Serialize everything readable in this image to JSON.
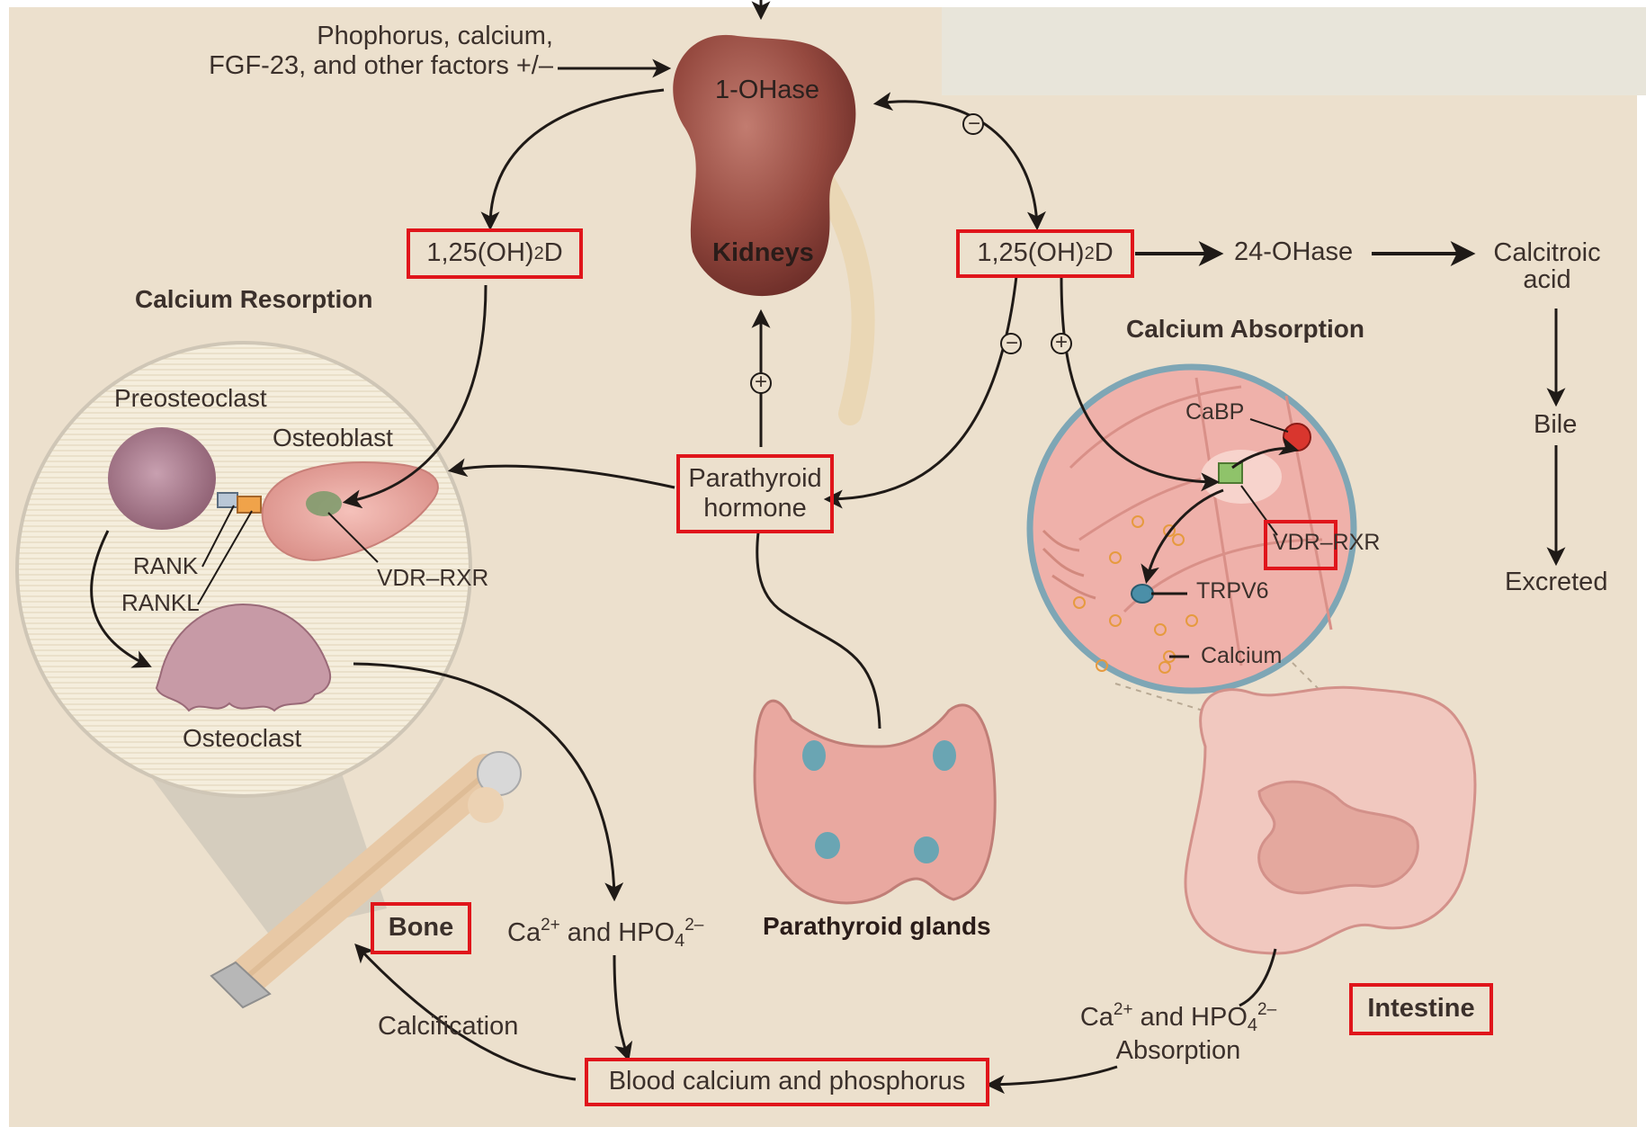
{
  "factors_label": "Phophorus, calcium,\nFGF-23, and other factors +/–",
  "kidney": {
    "enzyme": "1-OHase",
    "name": "Kidneys"
  },
  "calcitriol": {
    "prefix": "1,25(OH)",
    "sub": "2",
    "suffix": "D"
  },
  "degradation": {
    "enzyme": "24-OHase",
    "product": "Calcitroic\nacid",
    "bile": "Bile",
    "excreted": "Excreted"
  },
  "signs": {
    "minus": "−",
    "plus": "+"
  },
  "resorption": {
    "title": "Calcium Resorption",
    "preosteoclast": "Preosteoclast",
    "osteoblast": "Osteoblast",
    "rank": "RANK",
    "rankl": "RANKL",
    "vdr_rxr": "VDR–RXR",
    "osteoclast": "Osteoclast"
  },
  "absorption": {
    "title": "Calcium Absorption",
    "cabp": "CaBP",
    "vdr_rxr": "VDR–RXR",
    "trpv6": "TRPV6",
    "calcium": "Calcium"
  },
  "pth": "Parathyroid\nhormone",
  "parathyroid_glands": "Parathyroid glands",
  "bone": "Bone",
  "intestine": "Intestine",
  "ion_flux": {
    "ca": "Ca",
    "ca_charge": "2+",
    "and": " and HPO",
    "hpo_sub": "4",
    "hpo_charge": "2–",
    "absorption": "Absorption"
  },
  "calcification": "Calcification",
  "blood": "Blood calcium and phosphorus",
  "colors": {
    "background": "#ece0cd",
    "highlight_box": "#e0151b",
    "kidney": "#9a5146",
    "tissue_pink": "#e9a9a3",
    "arrow": "#1f1a17"
  }
}
